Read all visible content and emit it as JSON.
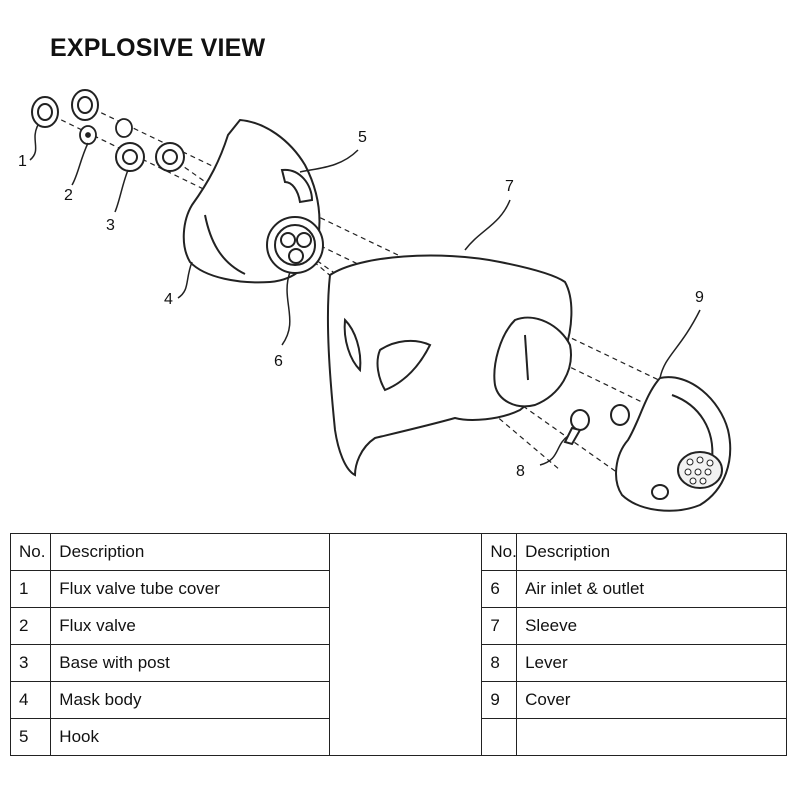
{
  "title": "EXPLOSIVE VIEW",
  "callouts": [
    "1",
    "2",
    "3",
    "4",
    "5",
    "6",
    "7",
    "8",
    "9"
  ],
  "table": {
    "header": {
      "no": "No.",
      "description": "Description"
    },
    "left_rows": [
      {
        "no": "1",
        "description": "Flux valve tube cover"
      },
      {
        "no": "2",
        "description": "Flux valve"
      },
      {
        "no": "3",
        "description": "Base with post"
      },
      {
        "no": "4",
        "description": "Mask body"
      },
      {
        "no": "5",
        "description": "Hook"
      }
    ],
    "right_rows": [
      {
        "no": "6",
        "description": "Air inlet & outlet"
      },
      {
        "no": "7",
        "description": "Sleeve"
      },
      {
        "no": "8",
        "description": "Lever"
      },
      {
        "no": "9",
        "description": "Cover"
      },
      {
        "no": "",
        "description": ""
      }
    ]
  }
}
